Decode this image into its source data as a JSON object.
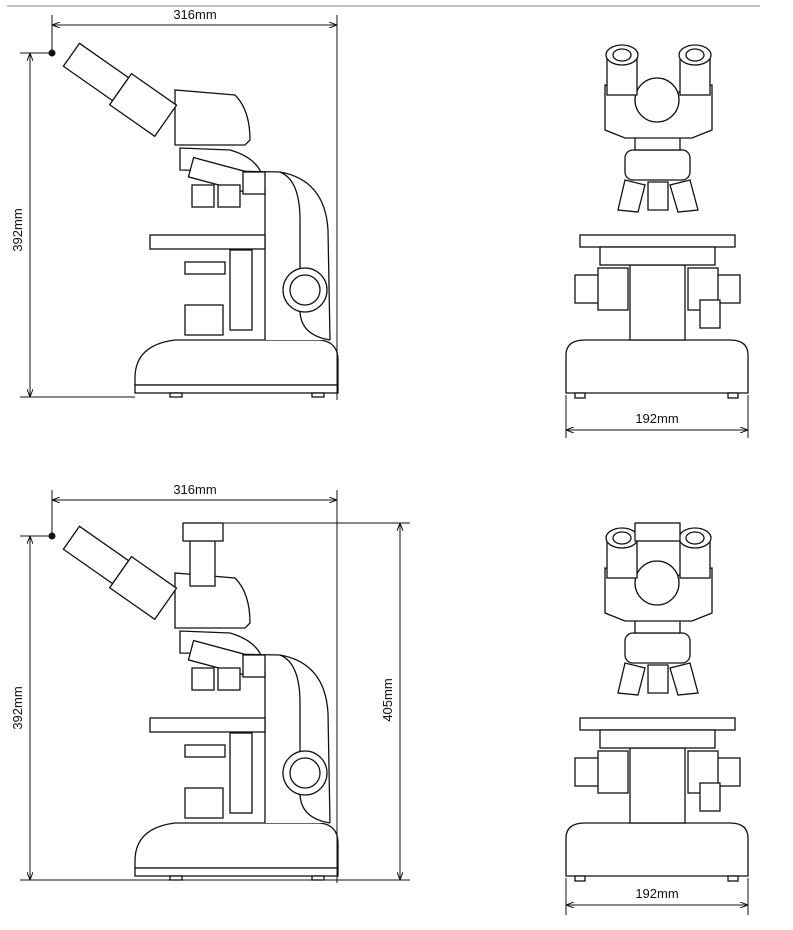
{
  "views": [
    {
      "name": "binocular",
      "width_label": "316mm",
      "height_label": "392mm",
      "front_width_label": "192mm"
    },
    {
      "name": "trinocular",
      "width_label": "316mm",
      "height_label": "392mm",
      "total_height_label": "405mm",
      "front_width_label": "192mm"
    }
  ]
}
